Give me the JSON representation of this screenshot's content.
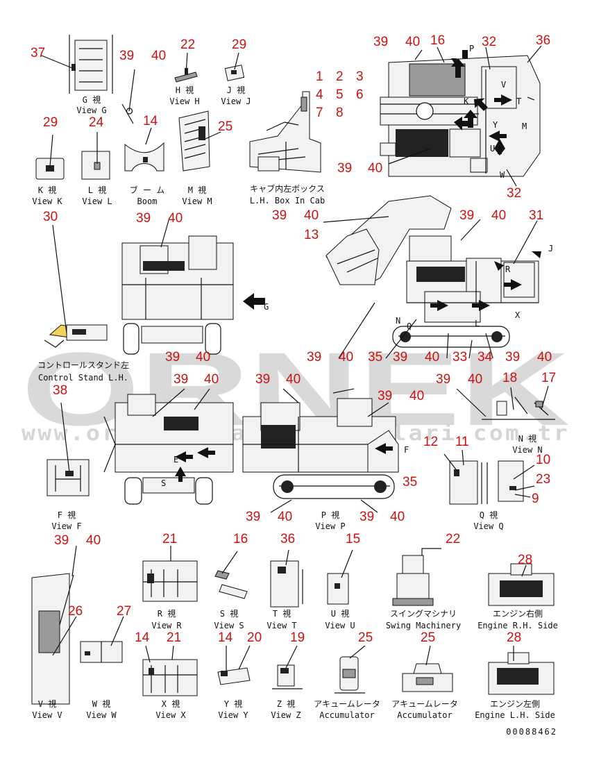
{
  "watermark": {
    "brand": "ORNEK",
    "site": "www.ornekiskmakineparcalari.com.tr"
  },
  "doc_code": "00088462",
  "colors": {
    "callout": "#cc1111",
    "line": "#111111",
    "watermark": "#d9d9d9",
    "highlight": "#f1d35a"
  },
  "view_labels": {
    "g": [
      "G 視",
      "View G"
    ],
    "h": [
      "H 視",
      "View H"
    ],
    "j": [
      "J 視",
      "View J"
    ],
    "k": [
      "K 視",
      "View K"
    ],
    "l": [
      "L 視",
      "View L"
    ],
    "boom": [
      "ブ ー ム",
      "Boom"
    ],
    "m": [
      "M 視",
      "View M"
    ],
    "cab": [
      "キャブ内左ボックス",
      "L.H. Box In Cab"
    ],
    "control": [
      "コントロールスタンド左",
      "Control Stand L.H."
    ],
    "n": [
      "N 視",
      "View N"
    ],
    "f": [
      "F 視",
      "View F"
    ],
    "p": [
      "P 視",
      "View P"
    ],
    "q": [
      "Q 視",
      "View Q"
    ],
    "r": [
      "R 視",
      "View R"
    ],
    "s": [
      "S 視",
      "View S"
    ],
    "t": [
      "T 視",
      "View T"
    ],
    "u": [
      "U 視",
      "View U"
    ],
    "swing": [
      "スイングマシナリ",
      "Swing Machinery"
    ],
    "eng_rh": [
      "エンジン右側",
      "Engine R.H. Side"
    ],
    "v": [
      "V 視",
      "View V"
    ],
    "w": [
      "W 視",
      "View W"
    ],
    "x": [
      "X 視",
      "View X"
    ],
    "y": [
      "Y 視",
      "View Y"
    ],
    "z": [
      "Z 視",
      "View Z"
    ],
    "acc1": [
      "アキュームレータ",
      "Accumulator"
    ],
    "acc2": [
      "アキュームレータ",
      "Accumulator"
    ],
    "eng_lh": [
      "エンジン左側",
      "Engine L.H. Side"
    ]
  },
  "view_letters": [
    "G",
    "F",
    "E",
    "S",
    "P",
    "Q",
    "J",
    "R",
    "X",
    "L",
    "K",
    "T",
    "V",
    "M",
    "U",
    "Y",
    "W",
    "N"
  ],
  "callouts": {
    "c01": "37",
    "c02": "39",
    "c03": "40",
    "c04": "22",
    "c05": "29",
    "c06": "1",
    "c07": "2",
    "c08": "3",
    "c09": "4",
    "c10": "5",
    "c11": "6",
    "c12": "7",
    "c13": "8",
    "c14": "39",
    "c15": "40",
    "c16": "16",
    "c17": "32",
    "c18": "36",
    "c19": "29",
    "c20": "24",
    "c21": "14",
    "c22": "25",
    "c23": "39",
    "c24": "40",
    "c25": "32",
    "c26": "30",
    "c27": "39",
    "c28": "40",
    "c29": "39",
    "c30": "40",
    "c31": "13",
    "c32": "39",
    "c33": "40",
    "c34": "31",
    "c35": "39",
    "c36": "40",
    "c37": "39",
    "c38": "40",
    "c39": "35",
    "c40": "39",
    "c41": "40",
    "c42": "33",
    "c43": "34",
    "c44": "39",
    "c45": "40",
    "c46": "39",
    "c47": "40",
    "c48": "39",
    "c49": "40",
    "c50": "39",
    "c51": "40",
    "c52": "39",
    "c53": "40",
    "c54": "18",
    "c55": "17",
    "c56": "38",
    "c57": "12",
    "c58": "11",
    "c59": "10",
    "c60": "23",
    "c61": "9",
    "c62": "35",
    "c63": "39",
    "c64": "40",
    "c65": "39",
    "c66": "40",
    "c67": "39",
    "c68": "40",
    "c69": "21",
    "c70": "16",
    "c71": "36",
    "c72": "15",
    "c73": "22",
    "c74": "28",
    "c75": "26",
    "c76": "27",
    "c77": "14",
    "c78": "21",
    "c79": "14",
    "c80": "20",
    "c81": "19",
    "c82": "25",
    "c83": "25",
    "c84": "28"
  }
}
